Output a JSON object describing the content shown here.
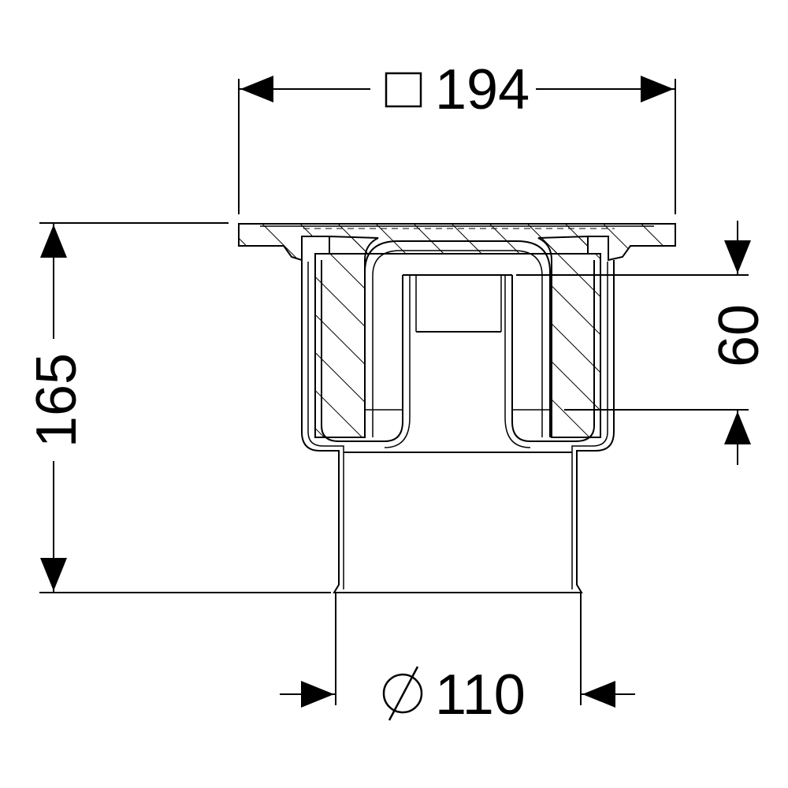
{
  "drawing": {
    "top_width": {
      "symbol": "square",
      "value": "194"
    },
    "total_height": {
      "value": "165"
    },
    "water_seal": {
      "value": "60"
    },
    "outlet_diameter": {
      "symbol": "diameter",
      "value": "110"
    }
  },
  "colors": {
    "ink": "#000000",
    "background": "#ffffff"
  },
  "icons": {
    "square_symbol": "square-icon",
    "diameter_symbol": "diameter-icon"
  }
}
